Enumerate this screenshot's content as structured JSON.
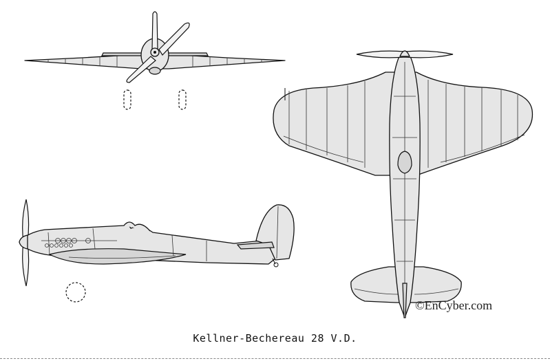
{
  "caption": "Kellner-Bechereau 28 V.D.",
  "copyright": "©EnCyber.com",
  "colors": {
    "line": "#111111",
    "fill": "#e6e6e6",
    "background": "#ffffff"
  },
  "views": [
    "front-view",
    "top-view",
    "side-view"
  ]
}
